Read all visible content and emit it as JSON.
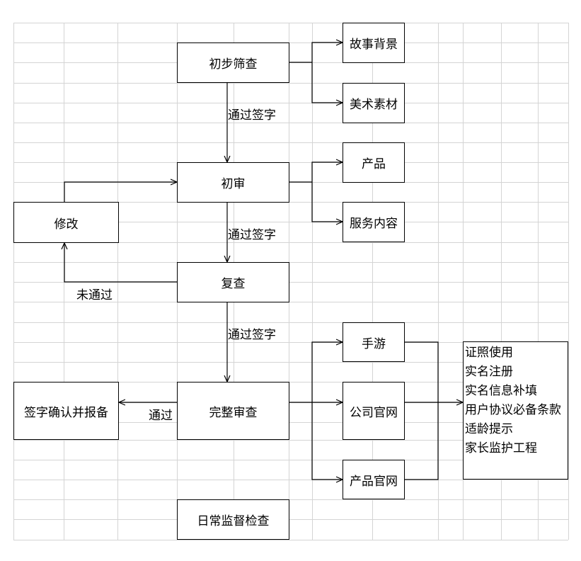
{
  "nodes": {
    "initial_screening": "初步筛查",
    "story_background": "故事背景",
    "art_assets": "美术素材",
    "first_review": "初审",
    "product": "产品",
    "service_content": "服务内容",
    "modify": "修改",
    "re_review": "复查",
    "complete_review": "完整审查",
    "sign_confirm_report": "签字确认并报备",
    "mobile_game": "手游",
    "company_website": "公司官网",
    "product_website": "产品官网",
    "daily_supervision": "日常监督检查"
  },
  "edge_labels": {
    "pass_sign_1": "通过签字",
    "pass_sign_2": "通过签字",
    "pass_sign_3": "通过签字",
    "not_passed": "未通过",
    "passed": "通过"
  },
  "requirements": [
    "证照使用",
    "实名注册",
    "实名信息补填",
    "用户协议必备条款",
    "适龄提示",
    "家长监护工程"
  ]
}
